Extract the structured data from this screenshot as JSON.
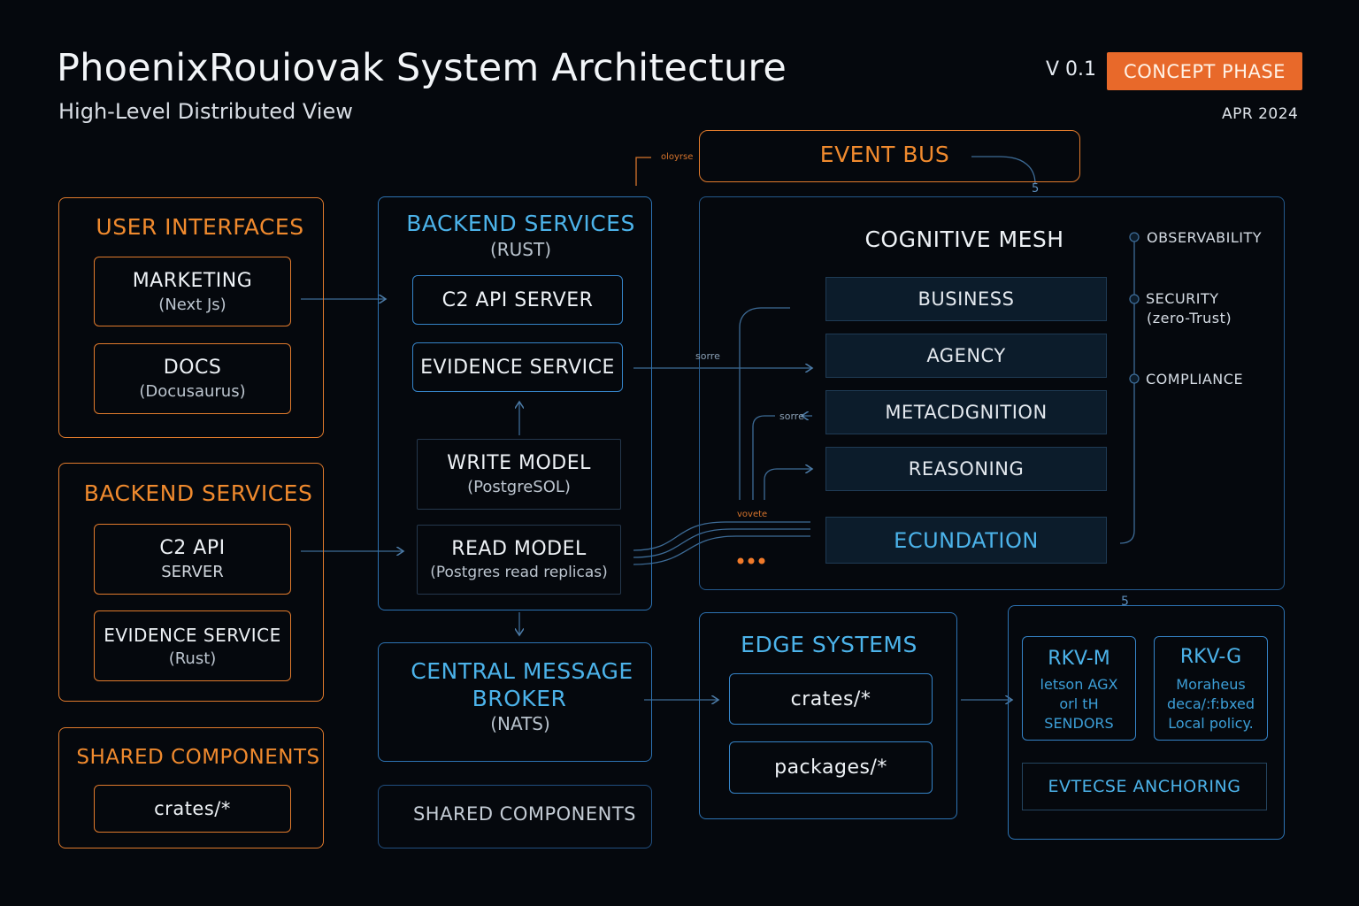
{
  "header": {
    "title": "PhoenixRouiovak System Architecture",
    "subtitle": "High-Level Distributed View",
    "version": "V 0.1",
    "phase": "CONCEPT PHASE",
    "date": "APR 2024"
  },
  "event_bus": {
    "label": "EVENT BUS",
    "connector_label": "oloyrse",
    "marker": "5"
  },
  "user_interfaces": {
    "title": "USER INTERFACES",
    "items": [
      {
        "name": "MARKETING",
        "tech": "(Next Js)"
      },
      {
        "name": "DOCS",
        "tech": "(Docusaurus)"
      }
    ]
  },
  "backend_services_left": {
    "title": "BACKEND SERVICES",
    "items": [
      {
        "name": "C2 API",
        "tech": "SERVER"
      },
      {
        "name": "EVIDENCE SERVICE",
        "tech": "(Rust)"
      }
    ]
  },
  "shared_components_left": {
    "title": "SHARED COMPONENTS",
    "items": [
      "crates/*"
    ]
  },
  "backend_services_main": {
    "title": "BACKEND SERVICES",
    "subtitle": "(RUST)",
    "c2_api": "C2 API SERVER",
    "evidence": "EVIDENCE SERVICE",
    "write_model": {
      "name": "WRITE MODEL",
      "tech": "(PostgreSOL)"
    },
    "read_model": {
      "name": "READ MODEL",
      "tech": "(Postgres read replicas)"
    }
  },
  "central_broker": {
    "line1": "CENTRAL MESSAGE",
    "line2": "BROKER",
    "tech": "(NATS)"
  },
  "shared_components_bottom": "SHARED COMPONENTS",
  "cognitive_mesh": {
    "title": "COGNITIVE MESH",
    "layers": [
      "BUSINESS",
      "AGENCY",
      "METACDGNITION",
      "REASONING",
      "ECUNDATION"
    ],
    "cross_cutting": [
      "OBSERVABILITY",
      "SECURITY",
      "(zero-Trust)",
      "COMPLIANCE"
    ],
    "connector_labels": [
      "sorre",
      "sorre",
      "vovete"
    ]
  },
  "edge_systems": {
    "title": "EDGE SYSTEMS",
    "items": [
      "crates/*",
      "packages/*"
    ]
  },
  "rkv": {
    "marker": "5",
    "m": {
      "title": "RKV-M",
      "lines": [
        "letson AGX",
        "orl tH",
        "SENDORS"
      ]
    },
    "g": {
      "title": "RKV-G",
      "lines": [
        "Moraheus",
        "deca/:f:bxed",
        "Local policy."
      ]
    },
    "anchoring": "EVTECSE ANCHORING"
  },
  "colors": {
    "orange": "#e07a2c",
    "blue": "#2d73b3",
    "accent_blue": "#4cb3ea",
    "background": "#05080d"
  }
}
